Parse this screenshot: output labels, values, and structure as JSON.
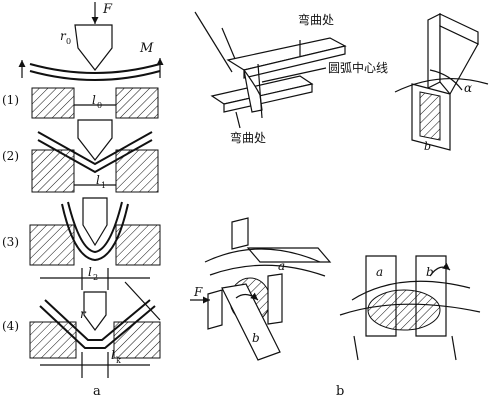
{
  "panel_a": {
    "caption": "a",
    "force": "F",
    "moment": "M",
    "radius_0": "r",
    "radius_0_sub": "0",
    "steps": [
      {
        "label": "(1)",
        "length": "l",
        "sub": "0"
      },
      {
        "label": "(2)",
        "length": "l",
        "sub": "1"
      },
      {
        "label": "(3)",
        "length": "l",
        "sub": "2"
      },
      {
        "label": "(4)",
        "length": "l",
        "sub": "k"
      }
    ],
    "radius_final": "r"
  },
  "panel_b": {
    "caption": "b",
    "bend_top": "弯曲处",
    "bend_bottom": "弯曲处",
    "arc_centerline": "圆弧中心线",
    "plate_a": "a",
    "plate_b": "b",
    "alpha": "α",
    "force": "F"
  }
}
